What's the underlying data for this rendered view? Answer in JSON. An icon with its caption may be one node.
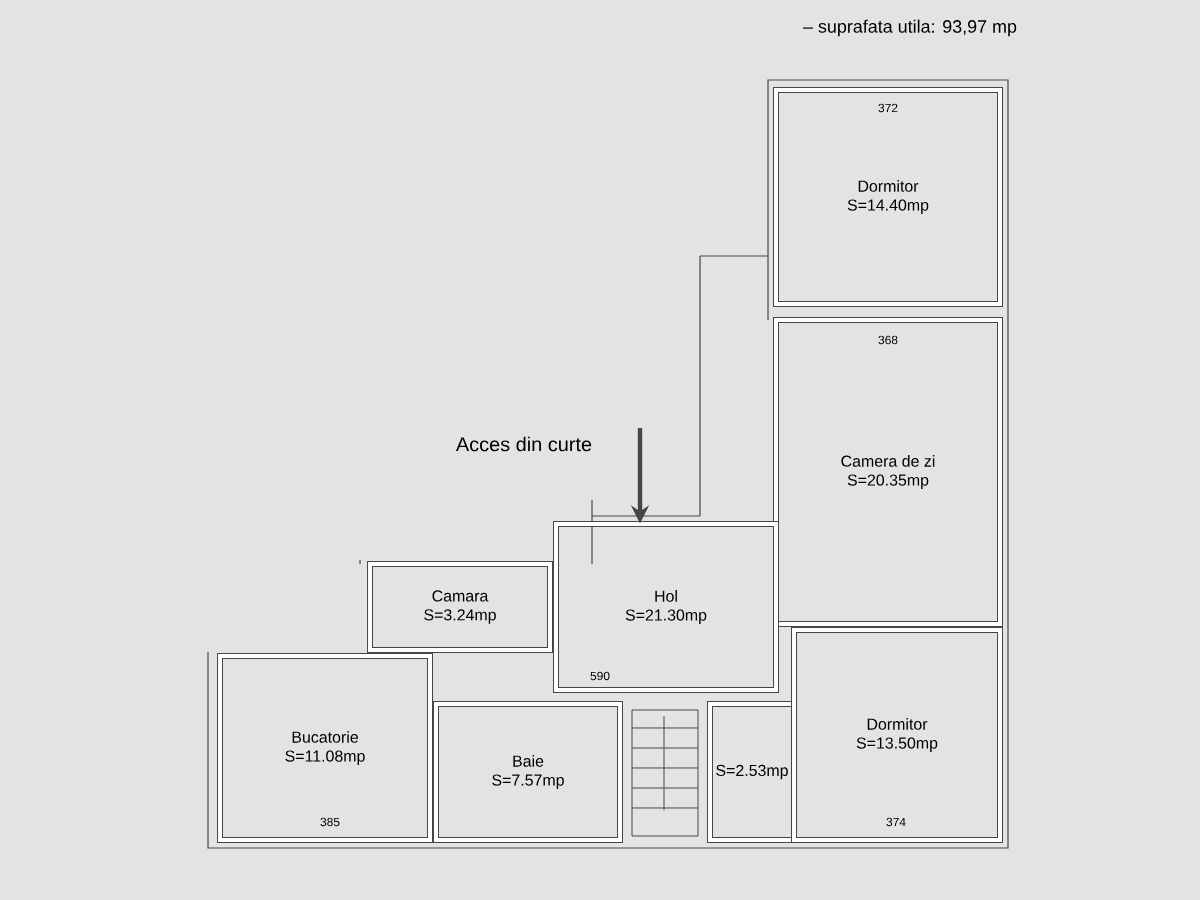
{
  "diagram": {
    "nodes": [
      {
        "text": [
          "Dormitor",
          "S=14.40mp"
        ]
      },
      {
        "text": [
          "Camera de zi",
          "S=20.35mp"
        ]
      },
      {
        "text": [
          "Hol",
          "S=21.30mp"
        ]
      },
      {
        "text": [
          "Camara",
          "S=3.24mp"
        ]
      },
      {
        "text": [
          "Bucatorie",
          "S=11.08mp"
        ]
      },
      {
        "text": [
          "Baie",
          "S=7.57mp"
        ]
      },
      {
        "text": [
          "S=2.53mp"
        ]
      },
      {
        "text": [
          "Dormitor",
          "S=13.50mp"
        ]
      }
    ],
    "edges": [
      {
        "from": null,
        "to": 2,
        "arrow": "to"
      }
    ],
    "labels": [
      "– suprafata utila: 93,97 mp",
      "Acces din curte",
      "372",
      "368",
      "590",
      "385",
      "374"
    ]
  }
}
